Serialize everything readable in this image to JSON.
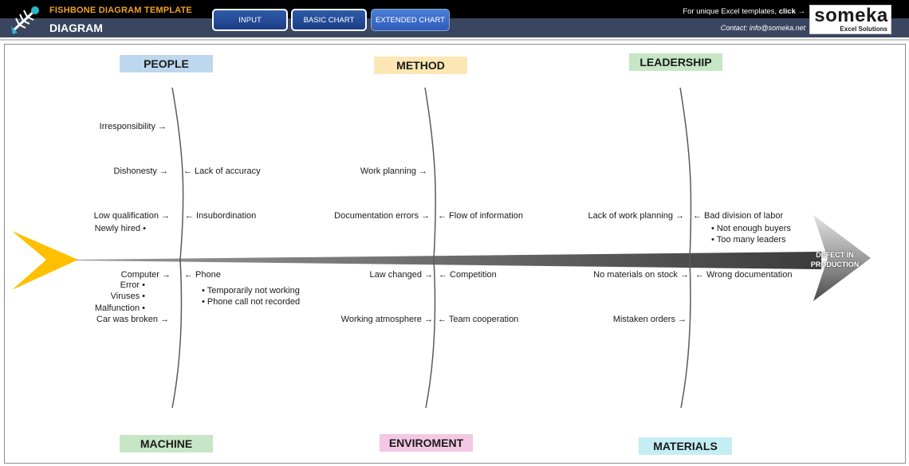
{
  "header": {
    "app_title": "FISHBONE DIAGRAM TEMPLATE",
    "page_title": "DIAGRAM",
    "nav": [
      "INPUT",
      "BASIC CHART",
      "EXTENDED CHART"
    ],
    "templates_text": "For unique Excel templates, ",
    "templates_link": "click →",
    "contact": "Contact: info@someka.net",
    "brand_name": "someka",
    "brand_sub": "Excel Solutions"
  },
  "colors": {
    "people": "#bdd7ee",
    "method": "#fce7b4",
    "leadership": "#c6e6c6",
    "machine": "#c6e6c6",
    "enviroment": "#f4c8e4",
    "materials": "#c5eef4",
    "head": "#ffc000"
  },
  "categories": {
    "people": "PEOPLE",
    "method": "METHOD",
    "leadership": "LEADERSHIP",
    "machine": "MACHINE",
    "enviroment": "ENVIROMENT",
    "materials": "MATERIALS"
  },
  "causes": {
    "people": [
      "Irresponsibility →",
      "Dishonesty →",
      "← Lack of accuracy",
      "Low qualification →",
      "← Insubordination",
      "Newly hired •"
    ],
    "method": [
      "Work planning →",
      "Documentation errors →",
      "← Flow of information"
    ],
    "leadership": [
      "Lack of work planning →",
      "← Bad division of labor",
      "• Not enough buyers",
      "• Too many leaders"
    ],
    "machine": [
      "Computer →",
      "Error •",
      "Viruses •",
      "Malfunction •",
      "Car was broken →",
      "← Phone",
      "• Temporarily not working",
      "• Phone call not recorded"
    ],
    "enviroment": [
      "Law changed →",
      "← Competition",
      "Working atmosphere →",
      "← Team cooperation"
    ],
    "materials": [
      "No materials on stock →",
      "← Wrong  documentation",
      "Mistaken orders →"
    ]
  },
  "effect": [
    "DEFECT IN",
    "PRODUCTION"
  ]
}
